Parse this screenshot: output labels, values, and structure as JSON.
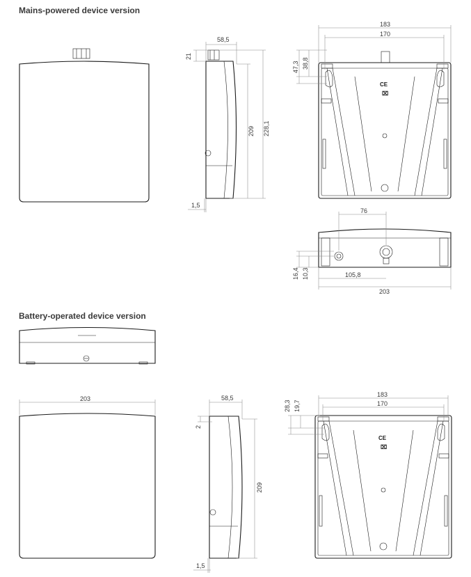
{
  "sections": {
    "mains_title": "Mains-powered device version",
    "battery_title": "Battery-operated device version"
  },
  "dims": {
    "mains_side_width": "58,5",
    "mains_side_top_offset": "21",
    "mains_side_height": "209",
    "mains_side_total_height": "228,1",
    "mains_side_bottom_offset": "1,5",
    "mains_back_outer_width": "183",
    "mains_back_inner_width": "170",
    "mains_back_hole_a": "47,3",
    "mains_back_hole_b": "38,8",
    "mains_bottom_gland_offset": "76",
    "mains_bottom_height_a": "16,4",
    "mains_bottom_height_b": "10,3",
    "mains_bottom_gland_pos": "105,8",
    "mains_bottom_width": "203",
    "battery_front_width": "203",
    "battery_side_width": "58,5",
    "battery_side_top_offset": "2",
    "battery_side_height": "209",
    "battery_side_bottom_offset": "1,5",
    "battery_back_outer_width": "183",
    "battery_back_inner_width": "170",
    "battery_back_hole_a": "28,3",
    "battery_back_hole_b": "19,7"
  },
  "marks": {
    "ce": "CE",
    "bin": "⌧"
  },
  "colors": {
    "outline": "#1a1a1a",
    "dimension": "#8a8a8a",
    "text": "#3a3a3a"
  }
}
